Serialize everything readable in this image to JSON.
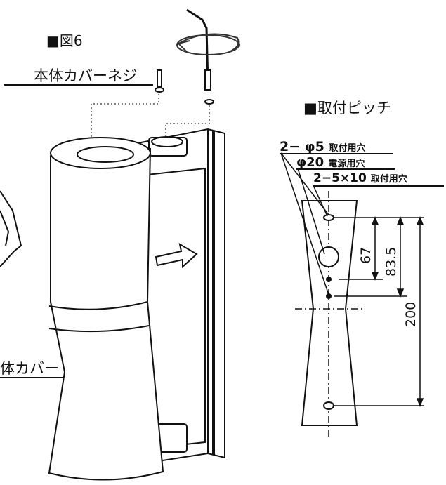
{
  "figure": {
    "title": "■図6",
    "labels": {
      "cover_screw": "本体カバーネジ",
      "body_cover": "体カバー"
    }
  },
  "pitch": {
    "title": "■取付ピッチ",
    "callouts": {
      "hole_mount_small": {
        "prefix": "2− φ5",
        "suffix": "取付用穴"
      },
      "hole_power": {
        "prefix": "φ20",
        "suffix": "電源用穴"
      },
      "hole_mount_slot": {
        "prefix": "2−5×10",
        "suffix": "取付用穴"
      }
    },
    "dimensions": {
      "d1": "67",
      "d2": "83.5",
      "d3": "200"
    }
  }
}
